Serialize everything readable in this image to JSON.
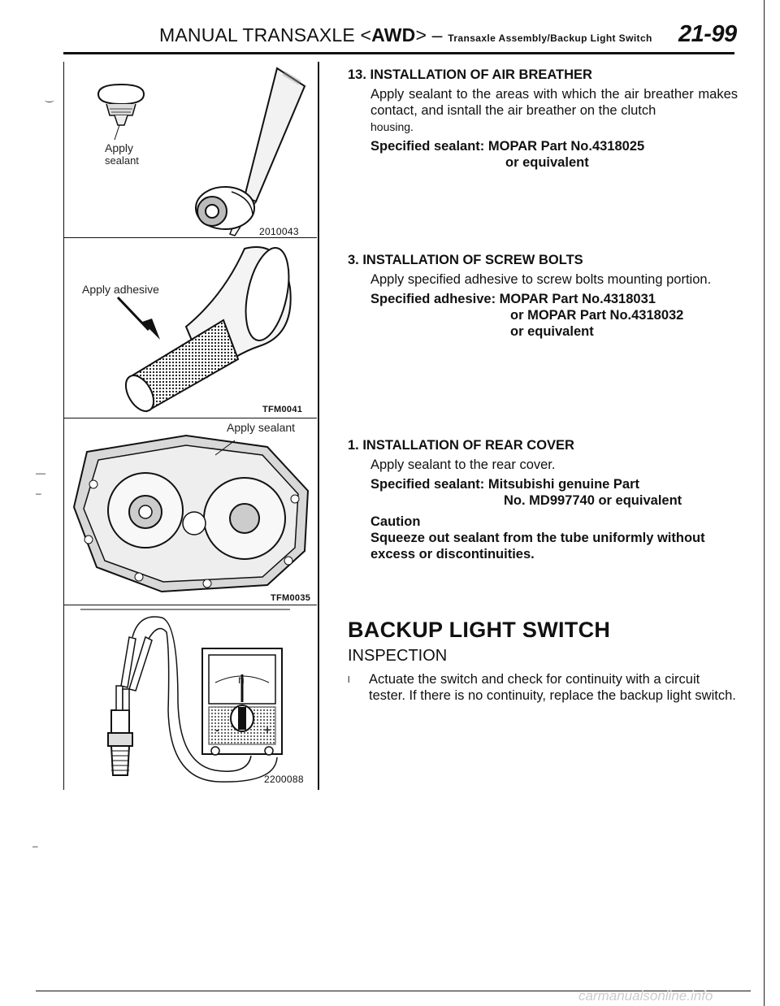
{
  "header": {
    "title_pre": "MANUAL TRANSAXLE <",
    "title_bold": "AWD",
    "title_post": "> – ",
    "subtitle": "Transaxle Assembly/Backup Light Switch",
    "page_number": "21-99"
  },
  "figures": [
    {
      "label_line1": "Apply",
      "label_line2": "sealant",
      "code": "2010043"
    },
    {
      "label": "Apply adhesive",
      "code": "TFM0041"
    },
    {
      "label": "Apply sealant",
      "code": "TFM0035"
    },
    {
      "code": "2200088",
      "meter_symbol": "n",
      "minus": "-",
      "plus": "+"
    }
  ],
  "sections": [
    {
      "heading": "13. INSTALLATION OF AIR BREATHER",
      "body": "Apply sealant to the areas with which the air breather makes contact, and isntall the air breather on the clutch",
      "body_tail": "housing.",
      "spec_label": "Specified sealant:",
      "spec_line1": "MOPAR Part No.4318025",
      "spec_line2": "or equivalent"
    },
    {
      "heading": "3. INSTALLATION OF SCREW BOLTS",
      "body": "Apply specified adhesive to screw bolts mounting portion.",
      "spec_label": "Specified adhesive:",
      "spec_line1": "MOPAR Part No.4318031",
      "spec_line2": "or MOPAR Part No.4318032",
      "spec_line3": "or equivalent"
    },
    {
      "heading": "1. INSTALLATION OF REAR COVER",
      "body": "Apply sealant to the rear cover.",
      "spec_label": "Specified sealant:",
      "spec_line1": "Mitsubishi genuine Part",
      "spec_line2": "No. MD997740 or equivalent",
      "caution_title": "Caution",
      "caution_text": "Squeeze out sealant from the tube uniformly without excess or discontinuities."
    }
  ],
  "backup": {
    "heading": "BACKUP LIGHT SWITCH",
    "subheading": "INSPECTION",
    "bullet_mark": "l",
    "bullet_text": "Actuate the switch and check for continuity with a circuit tester. If there is no continuity, replace the backup light switch."
  },
  "watermark": "carmanualsonline.info"
}
